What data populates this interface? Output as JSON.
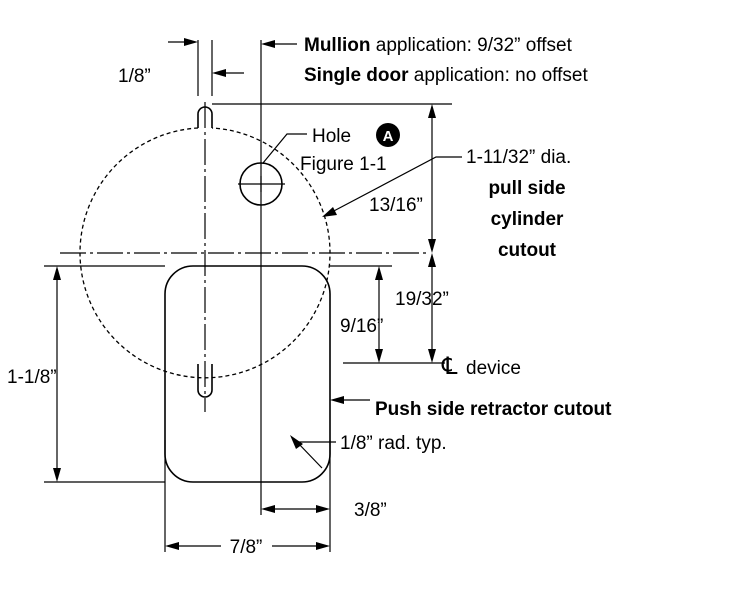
{
  "offset_note": {
    "line1_bold": "Mullion",
    "line1_rest": " application: 9/32” offset",
    "line2_bold": "Single door",
    "line2_rest": " application: no offset"
  },
  "dimensions": {
    "slot_width": "1/8”",
    "hole_label": "Hole",
    "hole_marker": "A",
    "hole_figure": "Figure 1-1",
    "cylinder_dia": "1-11/32” dia.",
    "cylinder_top": "13/16”",
    "cylinder_to_device": "19/32”",
    "retractor_to_device": "9/16”",
    "retractor_height": "1-1/8”",
    "radius": "1/8” rad. typ.",
    "offset_right": "3/8”",
    "retractor_width": "7/8”"
  },
  "labels": {
    "pull_side_1": "pull side",
    "pull_side_2": "cylinder",
    "pull_side_3": "cutout",
    "centerline_symbol": "℄",
    "centerline_label": "device",
    "push_side": "Push side retractor cutout"
  }
}
